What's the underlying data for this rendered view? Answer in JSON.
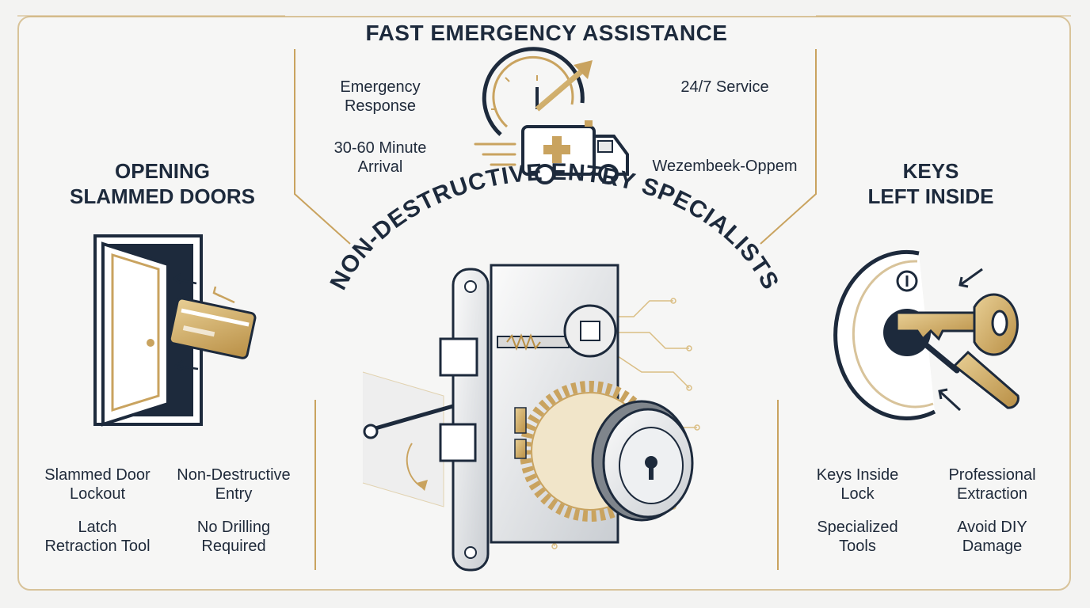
{
  "header": {
    "title": "FAST EMERGENCY ASSISTANCE",
    "features": {
      "emergency_response": [
        "Emergency",
        "Response"
      ],
      "arrival": [
        "30-60 Minute",
        "Arrival"
      ],
      "service": "24/7 Service",
      "location": "Wezembeek-Oppem"
    }
  },
  "center": {
    "arc_title": "NON-DESTRUCTIVE ENTRY SPECIALISTS"
  },
  "left": {
    "title": [
      "OPENING",
      "SLAMMED DOORS"
    ],
    "features": [
      [
        "Slammed Door",
        "Lockout"
      ],
      [
        "Non-Destructive",
        "Entry"
      ],
      [
        "Latch",
        "Retraction Tool"
      ],
      [
        "No Drilling",
        "Required"
      ]
    ]
  },
  "right": {
    "title": [
      "KEYS",
      "LEFT INSIDE"
    ],
    "features": [
      [
        "Keys Inside",
        "Lock"
      ],
      [
        "Professional",
        "Extraction"
      ],
      [
        "Specialized",
        "Tools"
      ],
      [
        "Avoid DIY",
        "Damage"
      ]
    ]
  },
  "colors": {
    "navy": "#1d2a3c",
    "gold": "#c9a35f",
    "frame": "#d8c39a",
    "background": "#f3f3f2"
  }
}
